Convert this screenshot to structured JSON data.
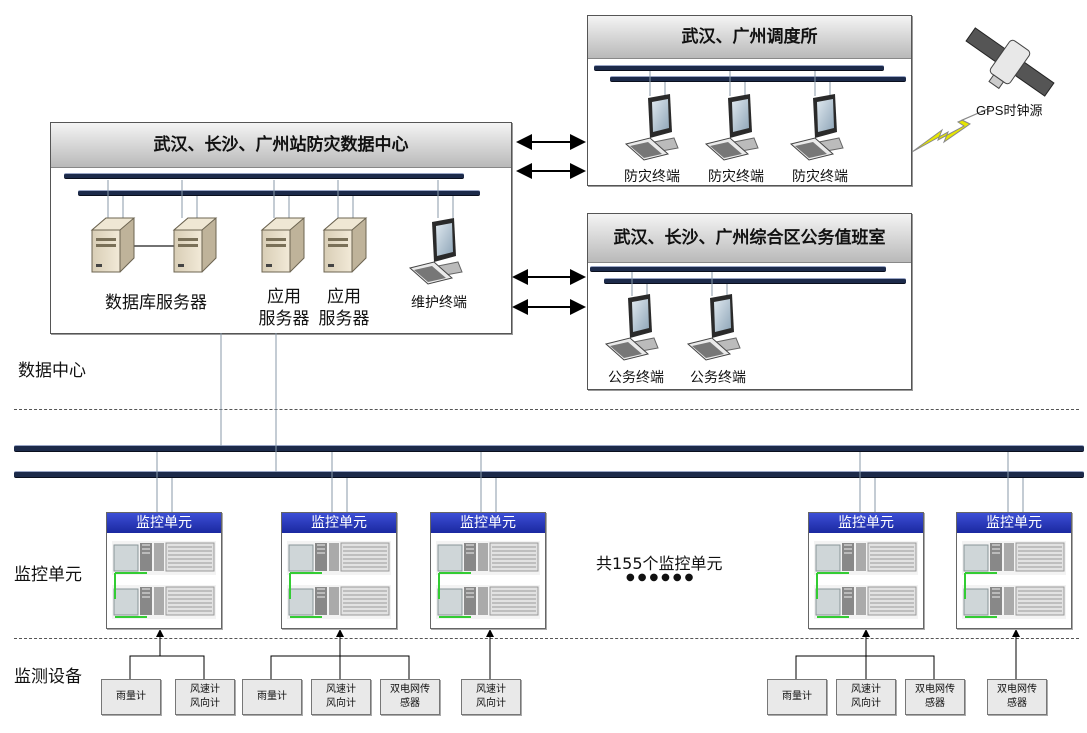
{
  "data_center_panel": {
    "title": "武汉、长沙、广州站防灾数据中心",
    "db_server_label": "数据库服务器",
    "app_server_1_label": "应用\n服务器",
    "app_server_2_label": "应用\n服务器",
    "maintenance_label": "维护终端"
  },
  "dispatch_panel": {
    "title": "武汉、广州调度所",
    "terminals": [
      "防灾终端",
      "防灾终端",
      "防灾终端"
    ]
  },
  "duty_panel": {
    "title": "武汉、长沙、广州综合区公务值班室",
    "terminals": [
      "公务终端",
      "公务终端"
    ]
  },
  "gps": {
    "label": "GPS时钟源"
  },
  "zones": {
    "data_center": "数据中心",
    "monitor_unit": "监控单元",
    "monitor_device": "监测设备"
  },
  "units": {
    "title": "监控单元",
    "count_text": "共155个监控单元",
    "ellipsis": "●●●●●●"
  },
  "sensors": {
    "rain": "雨量计",
    "wind": "风速计\n风向计",
    "grid": "双电网传\n感器"
  },
  "colors": {
    "bus": "#1c2a4a",
    "unit_header": "#2233bb",
    "panel_header": "#bdbdbd",
    "lightning": "#e6e600"
  }
}
